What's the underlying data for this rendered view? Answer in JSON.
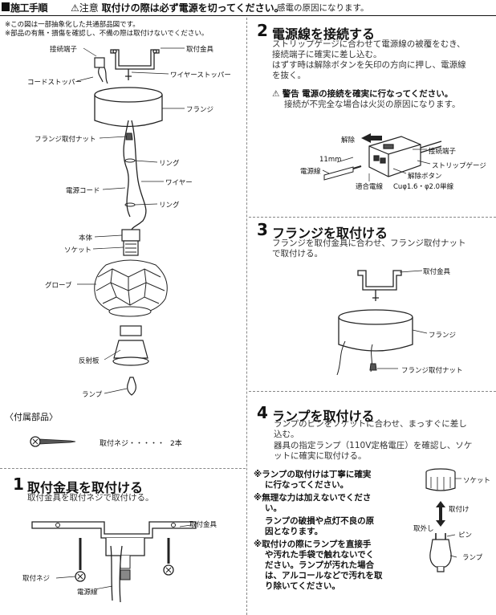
{
  "header": {
    "title": "施工手順",
    "caution_label": "注意",
    "caution_text": "取付けの際は必ず電源を切ってください。",
    "caution_cause": "感電の原因になります。"
  },
  "notes": [
    "※この図は一部抽象化した共通部品図です。",
    "※部品の有無・損傷を確認し、不備の際は取付けないでください。"
  ],
  "main_diagram": {
    "labels": {
      "connector": "接続端子",
      "mount_bracket": "取付金具",
      "cord_stopper": "コードストッパー",
      "wire_stopper": "ワイヤーストッパー",
      "flange": "フランジ",
      "flange_nut": "フランジ取付ナット",
      "ring1": "リング",
      "wire": "ワイヤー",
      "power_cord": "電源コード",
      "ring2": "リング",
      "body": "本体",
      "socket": "ソケット",
      "globe": "グローブ",
      "reflector": "反射板",
      "lamp": "ランプ"
    }
  },
  "accessories": {
    "heading": "〈付属部品〉",
    "screw_label": "取付ネジ・・・・・",
    "screw_qty": "2本"
  },
  "step1": {
    "num": "1",
    "title": "取付金具を取付ける",
    "desc": "取付金具を取付ネジで取付ける。",
    "labels": {
      "bracket": "取付金具",
      "screw": "取付ネジ",
      "cord": "電源線"
    }
  },
  "step2": {
    "num": "2",
    "title": "電源線を接続する",
    "desc1": "ストリップゲージに合わせて電源線の被覆をむき、",
    "desc2": "接続端子に確実に差し込む。",
    "desc3": "はずす時は解除ボタンを矢印の方向に押し、電源線",
    "desc4": "を抜く。",
    "warning_label": "警告",
    "warning_text": "電源の接続を確実に行なってください。",
    "warning_sub": "接続が不完全な場合は火災の原因になります。",
    "labels": {
      "release": "解除",
      "length": "11mm",
      "wire": "電源線",
      "connector": "接続端子",
      "strip_gauge": "ストリップゲージ",
      "release_button": "解除ボタン",
      "compatible": "適合電線",
      "spec": "Cuφ1.6・φ2.0単線"
    }
  },
  "step3": {
    "num": "3",
    "title": "フランジを取付ける",
    "desc1": "フランジを取付金具に合わせ、フランジ取付ナット",
    "desc2": "で取付ける。",
    "labels": {
      "bracket": "取付金具",
      "flange": "フランジ",
      "nut": "フランジ取付ナット"
    }
  },
  "step4": {
    "num": "4",
    "title": "ランプを取付ける",
    "desc1": "ランプのピンをソケットに合わせ、まっすぐに差し",
    "desc2": "込む。",
    "desc3": "器具の指定ランプ（110V定格電圧）を確認し、ソケ",
    "desc4": "ットに確実に取付ける。",
    "notes": [
      "※ランプの取付けは丁寧に確実",
      "に行なってください。",
      "※無理な力は加えないでくださ",
      "い。",
      "ランプの破損や点灯不良の原",
      "因となります。",
      "※取付けの際にランプを直接手",
      "や汚れた手袋で触れないでく",
      "ださい。ランプが汚れた場合",
      "は、アルコールなどで汚れを取",
      "り除いてください。"
    ],
    "labels": {
      "socket": "ソケット",
      "install": "取付け",
      "remove": "取外し",
      "pin": "ピン",
      "lamp": "ランプ"
    }
  }
}
